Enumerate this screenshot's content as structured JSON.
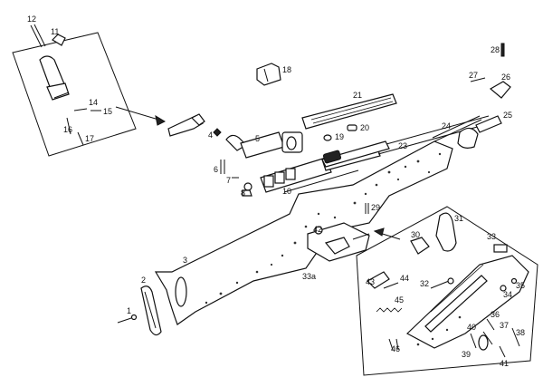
{
  "labels": {
    "l1": "1",
    "l2": "2",
    "l3": "3",
    "l4": "4",
    "l5": "5",
    "l6": "6",
    "l7": "7",
    "l8": "8",
    "l10": "10",
    "l11": "11",
    "l12": "12",
    "l14": "14",
    "l15": "15",
    "l16": "16",
    "l17": "17",
    "l18": "18",
    "l19": "19",
    "l20": "20",
    "l21": "21",
    "l23": "23",
    "l24": "24",
    "l25": "25",
    "l26": "26",
    "l27": "27",
    "l28": "28",
    "l29": "29",
    "l30": "30",
    "l31": "31",
    "l32": "32",
    "l33": "33",
    "l33a": "33a",
    "l34": "34",
    "l35": "35",
    "l36": "36",
    "l37": "37",
    "l38": "38",
    "l39": "39",
    "l40": "40",
    "l41": "41",
    "l42": "42",
    "l43": "43",
    "l44": "44",
    "l45": "45",
    "l46": "46"
  }
}
